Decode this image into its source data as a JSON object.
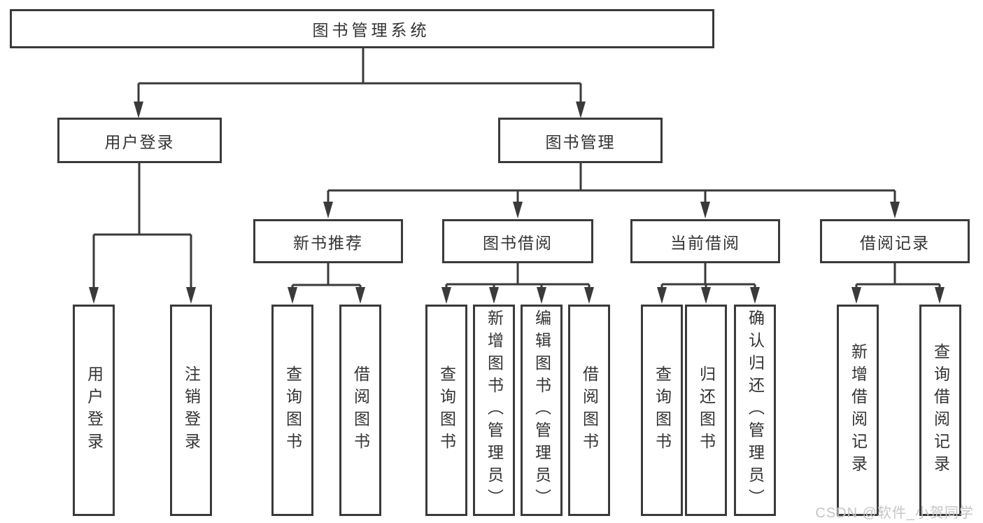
{
  "nodes": {
    "root": {
      "label": "图书管理系统"
    },
    "user_login": {
      "label": "用户登录"
    },
    "book_mgmt": {
      "label": "图书管理"
    },
    "new_book_rec": {
      "label": "新书推荐"
    },
    "book_borrow": {
      "label": "图书借阅"
    },
    "current_borrow": {
      "label": "当前借阅"
    },
    "borrow_records": {
      "label": "借阅记录"
    },
    "leaf_user_login": {
      "label": "用户登录"
    },
    "leaf_logout": {
      "label": "注销登录"
    },
    "leaf_query_book_1": {
      "label": "查询图书"
    },
    "leaf_borrow_book_1": {
      "label": "借阅图书"
    },
    "leaf_query_book_2": {
      "label": "查询图书"
    },
    "leaf_add_book": {
      "label": "新增图书（管理员）"
    },
    "leaf_edit_book": {
      "label": "编辑图书（管理员）"
    },
    "leaf_borrow_book_2": {
      "label": "借阅图书"
    },
    "leaf_query_book_3": {
      "label": "查询图书"
    },
    "leaf_return_book": {
      "label": "归还图书"
    },
    "leaf_confirm_return": {
      "label": "确认归还（管理员）"
    },
    "leaf_add_record": {
      "label": "新增借阅记录"
    },
    "leaf_query_record": {
      "label": "查询借阅记录"
    }
  },
  "watermark": {
    "text": "CSDN @软件_小贺同学"
  },
  "colors": {
    "line": "#3a3a3a",
    "text": "#333333",
    "box_background": "#ffffff",
    "page_background": "#ffffff",
    "watermark": "#c5c5c5"
  }
}
